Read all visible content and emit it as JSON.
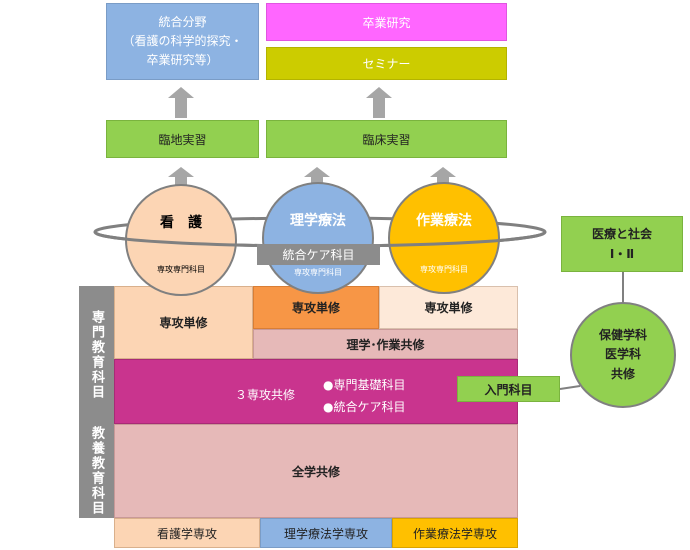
{
  "top": {
    "integrated_field": {
      "line1": "統合分野",
      "line2": "（看護の科学的探究・",
      "line3": "卒業研究等）"
    },
    "graduation_research": "卒業研究",
    "seminar": "セミナー"
  },
  "clinical": {
    "nursing_practice": "臨地実習",
    "clinical_practice": "臨床実習"
  },
  "circles": {
    "nursing": {
      "title": "看　護",
      "sub": "専攻専門科目"
    },
    "physical_therapy": {
      "title": "理学療法",
      "sub": "専攻専門科目"
    },
    "occupational_therapy": {
      "title": "作業療法",
      "sub": "専攻専門科目"
    },
    "integrated_care": "統合ケア科目"
  },
  "side": {
    "medical_society": {
      "line1": "医療と社会",
      "line2": "Ⅰ・Ⅱ"
    },
    "shared_course": {
      "line1": "保健学科",
      "line2": "医学科",
      "line3": "共修"
    },
    "intro": "入門科目"
  },
  "grid": {
    "specialized_label": "専門教育科目",
    "liberal_label": "教養教育科目",
    "major_single_1": "専攻単修",
    "major_single_2": "専攻単修",
    "major_single_3": "専攻単修",
    "pt_ot_shared": "理学･作業共修",
    "three_major_shared": "３専攻共修",
    "bullet_1": "●専門基礎科目",
    "bullet_2": "●統合ケア科目",
    "all_shared": "全学共修"
  },
  "majors": {
    "nursing": "看護学専攻",
    "physical_therapy": "理学療法学専攻",
    "occupational_therapy": "作業療法学専攻"
  },
  "colors": {
    "blue": "#8db3e2",
    "magenta": "#ff66ff",
    "olive": "#cccc00",
    "green": "#92d050",
    "peach": "#fcd5b4",
    "orange": "#f79646",
    "light_peach": "#fde9d9",
    "pink": "#e6b9b8",
    "purple": "#c9348e",
    "gray": "#8c8c8c",
    "gold": "#ffc000"
  }
}
